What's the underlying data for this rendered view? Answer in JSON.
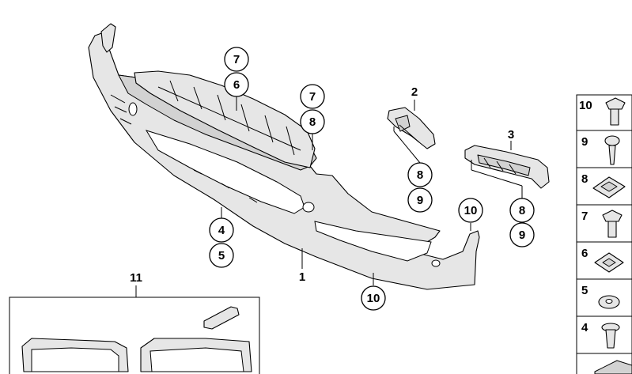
{
  "diagram": {
    "callouts": {
      "c7a": "7",
      "c6a": "6",
      "c7b": "7",
      "c8a": "8",
      "c2": "2",
      "c8b": "8",
      "c9a": "9",
      "c3": "3",
      "c10a": "10",
      "c8c": "8",
      "c9b": "9",
      "c4": "4",
      "c5": "5",
      "c1": "1",
      "c10b": "10",
      "c11": "11"
    },
    "sidebar": [
      {
        "label": "10",
        "icon": "collar-screw-icon"
      },
      {
        "label": "9",
        "icon": "tapping-screw-icon"
      },
      {
        "label": "8",
        "icon": "spring-nut-icon"
      },
      {
        "label": "7",
        "icon": "collar-screw-icon"
      },
      {
        "label": "6",
        "icon": "square-clip-icon"
      },
      {
        "label": "5",
        "icon": "washer-icon"
      },
      {
        "label": "4",
        "icon": "expanding-rivet-icon"
      }
    ]
  }
}
